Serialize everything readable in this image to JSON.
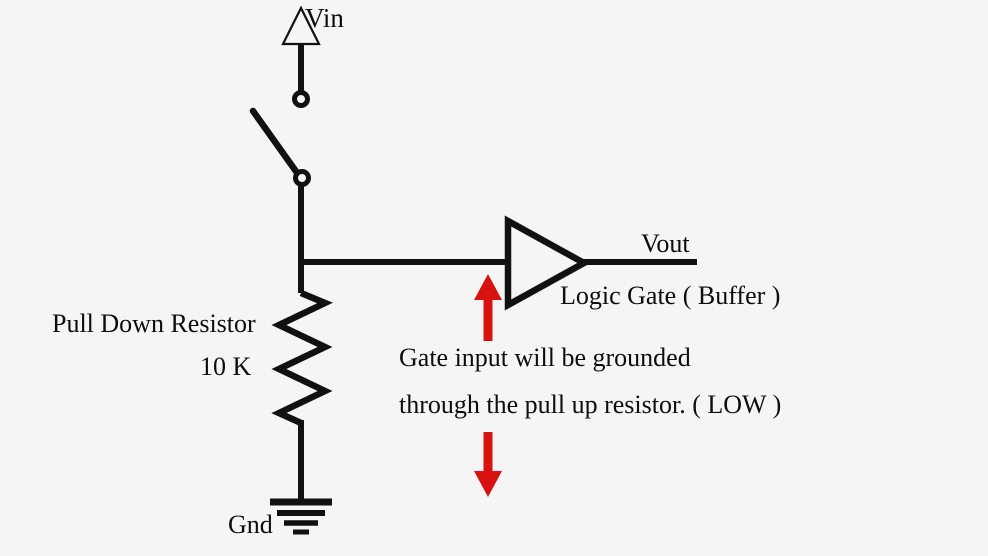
{
  "diagram": {
    "title": "Pull Down Resistor Circuit",
    "background_color": "#f5f5f5",
    "wire_color": "#111111",
    "arrow_color": "#d81111"
  },
  "labels": {
    "vin": "Vin",
    "vout": "Vout",
    "logic_gate": "Logic Gate ( Buffer )",
    "pull_down_resistor": "Pull Down Resistor",
    "resistance": "10 K",
    "note_line1": "Gate input will be grounded",
    "note_line2": "through the pull up resistor. ( LOW )",
    "gnd": "Gnd"
  },
  "components": {
    "supply_symbol": "triangle-up",
    "switch": "spst-switch-open",
    "resistor": "zigzag-resistor",
    "buffer": "triangle-buffer-gate",
    "ground": "earth-ground-symbol",
    "arrow_up": "red-up-arrow",
    "arrow_down": "red-down-arrow"
  }
}
